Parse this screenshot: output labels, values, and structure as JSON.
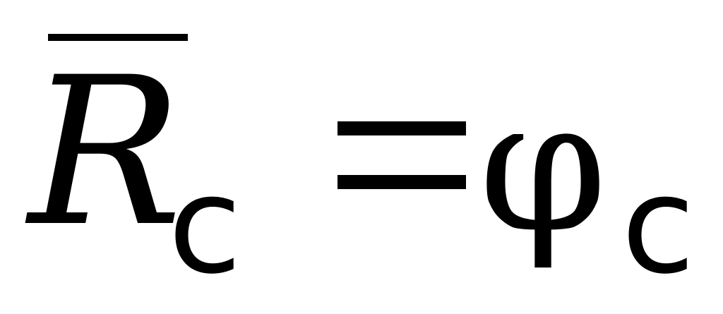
{
  "formula": {
    "lhs_symbol": "R",
    "lhs_subscript": "c",
    "operator": "=",
    "rhs_symbol": "φ",
    "rhs_subscript": "c"
  },
  "colors": {
    "background": "#ffffff",
    "ink": "#000000"
  }
}
